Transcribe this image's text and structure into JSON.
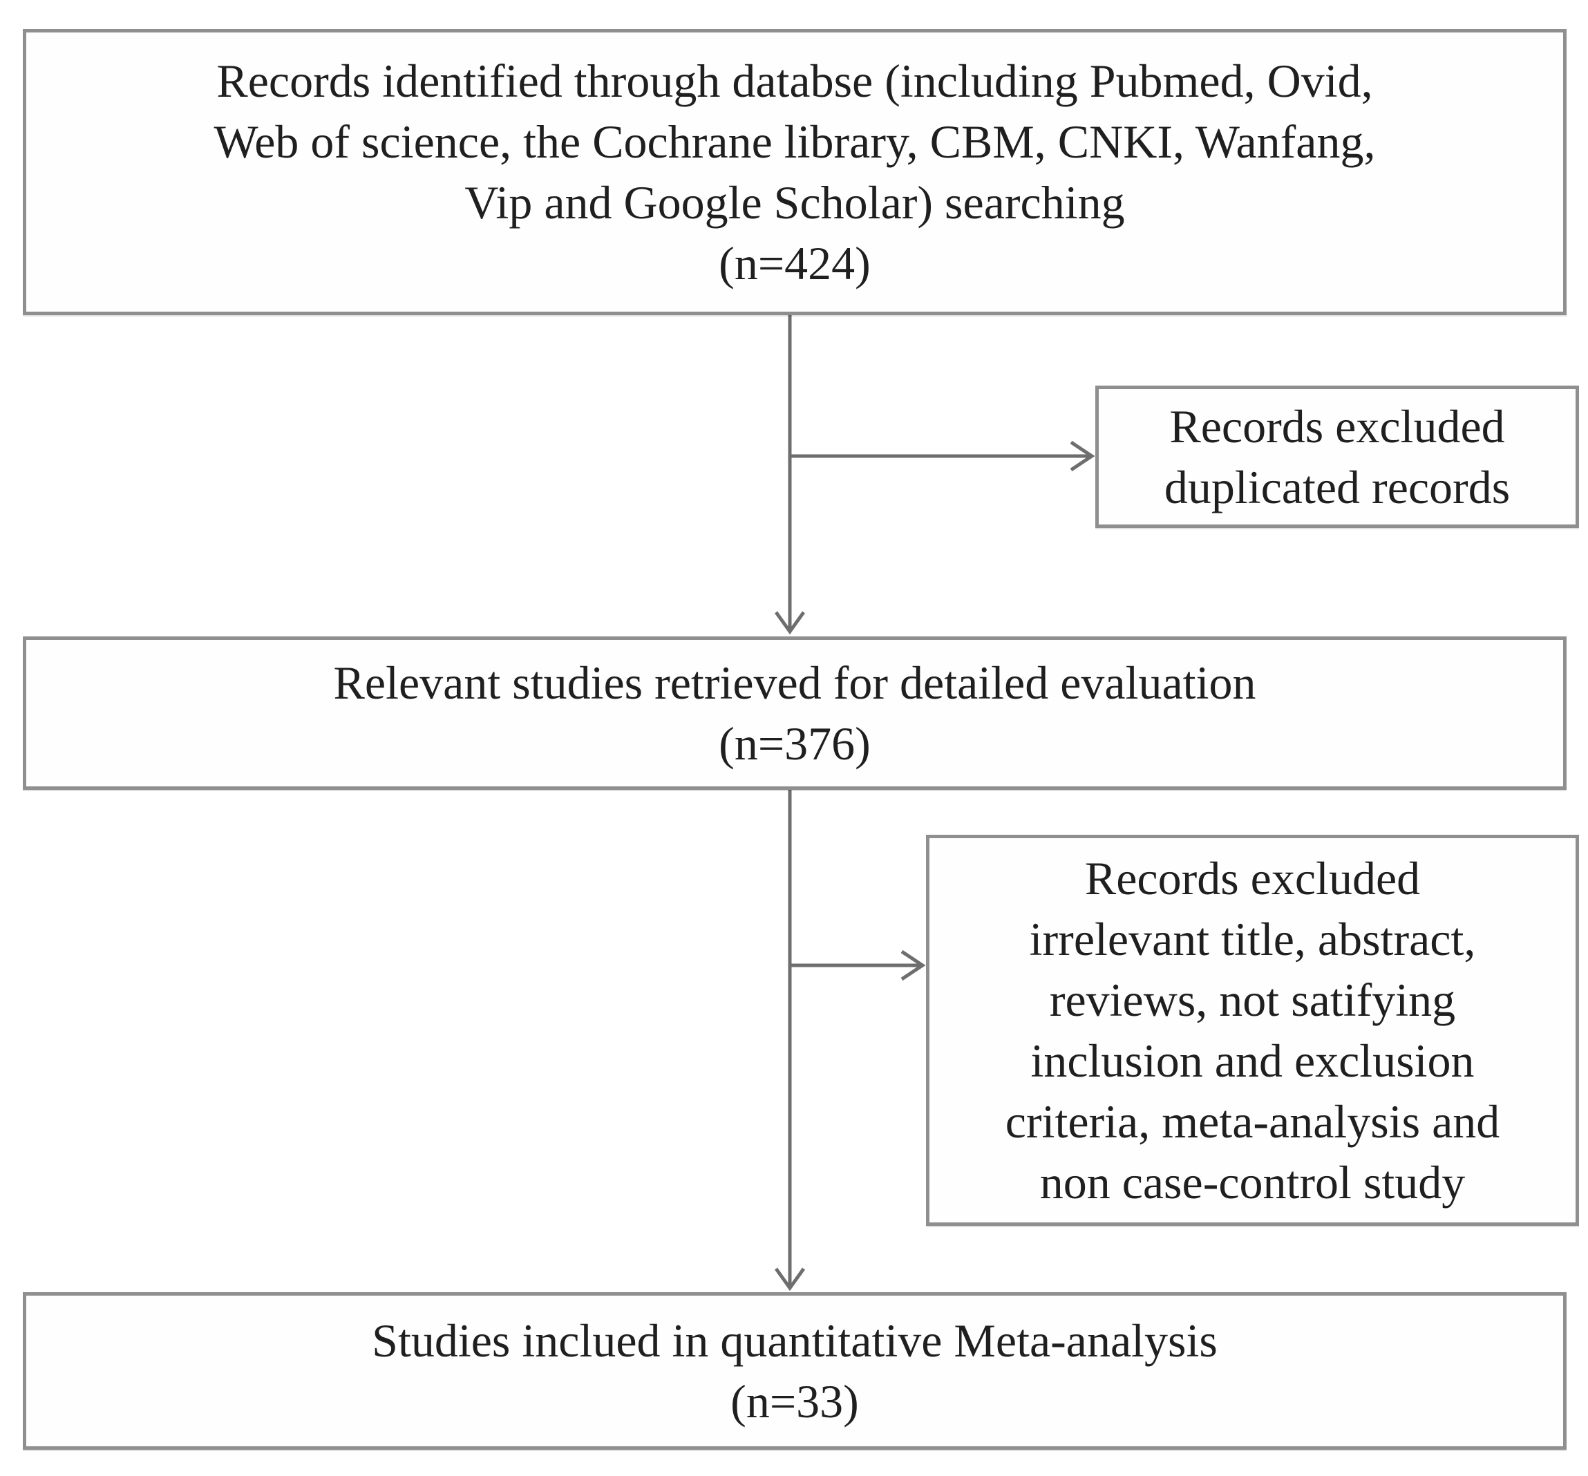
{
  "colors": {
    "border": "#8f8f8f",
    "arrow": "#6e6e6e",
    "text": "#1f1f1f",
    "background": "#ffffff"
  },
  "flowchart": {
    "identification_box": {
      "lines": [
        "Records identified through databse (including Pubmed, Ovid,",
        "Web of science, the Cochrane library, CBM, CNKI, Wanfang,",
        "Vip and Google Scholar) searching",
        "(n=424)"
      ]
    },
    "duplicates_excluded_box": {
      "lines": [
        "Records excluded",
        "duplicated records"
      ]
    },
    "evaluation_box": {
      "lines": [
        "Relevant studies retrieved for detailed evaluation",
        "(n=376)"
      ]
    },
    "detailed_exclusion_box": {
      "lines": [
        "Records excluded",
        "irrelevant title, abstract,",
        "reviews, not satifying",
        "inclusion and exclusion",
        "criteria, meta-analysis and",
        "non case-control study"
      ]
    },
    "included_box": {
      "lines": [
        "Studies inclued in quantitative Meta-analysis",
        "(n=33)"
      ]
    }
  }
}
